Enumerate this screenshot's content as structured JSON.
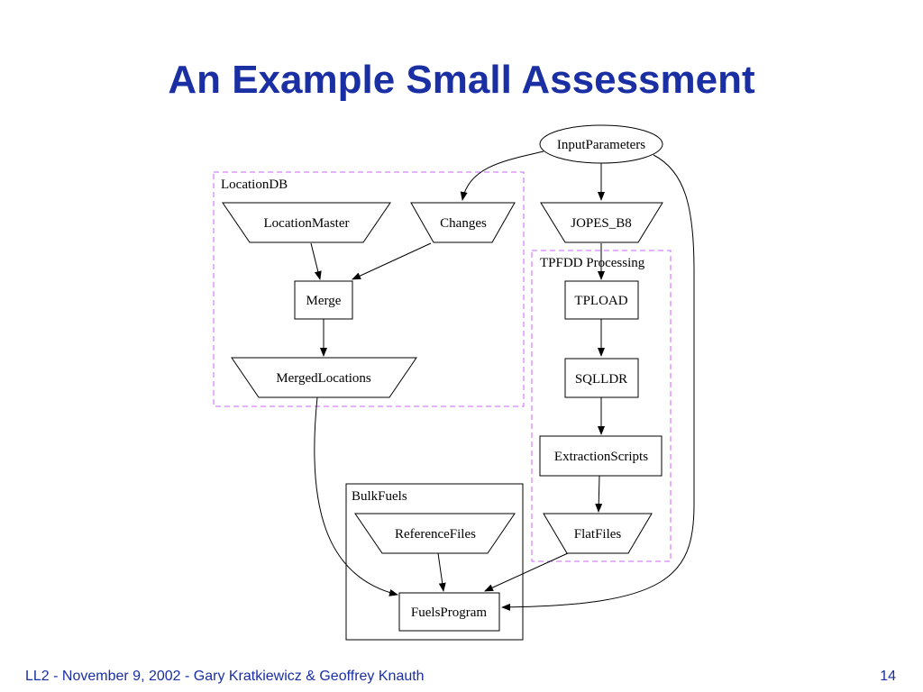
{
  "title": "An Example Small Assessment",
  "diagram": {
    "clusters": {
      "location_db": "LocationDB",
      "tpfdd": "TPFDD Processing",
      "bulk_fuels": "BulkFuels"
    },
    "nodes": {
      "input_parameters": "InputParameters",
      "location_master": "LocationMaster",
      "changes": "Changes",
      "jopes_b8": "JOPES_B8",
      "merge": "Merge",
      "tpload": "TPLOAD",
      "merged_locations": "MergedLocations",
      "sqlldr": "SQLLDR",
      "extraction_scripts": "ExtractionScripts",
      "reference_files": "ReferenceFiles",
      "flat_files": "FlatFiles",
      "fuels_program": "FuelsProgram"
    },
    "colors": {
      "dashed_cluster": "#cc66ff",
      "title": "#1a2fa3"
    }
  },
  "footer": {
    "left": "LL2 - November 9, 2002 - Gary Kratkiewicz & Geoffrey Knauth",
    "page": "14"
  }
}
